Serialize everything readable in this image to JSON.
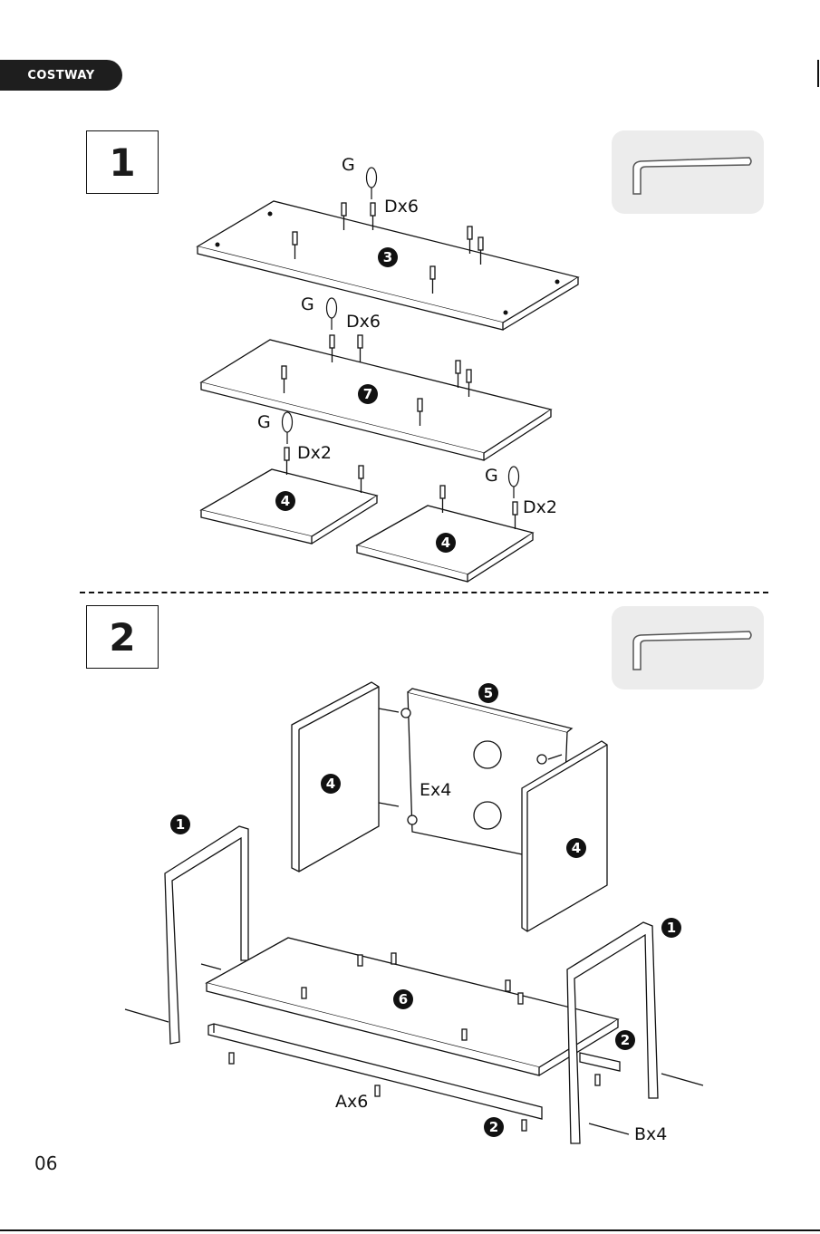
{
  "brand": "COSTWAY",
  "steps": [
    {
      "number": "1"
    },
    {
      "number": "2"
    }
  ],
  "step1_labels": {
    "g1": "G",
    "d1": "Dx6",
    "p3": "3",
    "g2": "G",
    "d2": "Dx6",
    "p7": "7",
    "g3": "G",
    "d3": "Dx2",
    "p4a": "4",
    "g4": "G",
    "d4": "Dx2",
    "p4b": "4"
  },
  "step2_labels": {
    "p5": "5",
    "p4l": "4",
    "e": "Ex4",
    "p4r": "4",
    "p1l": "1",
    "p1r": "1",
    "p6": "6",
    "p2r": "2",
    "p2b": "2",
    "a": "Ax6",
    "b": "Bx4"
  },
  "page_number": "06"
}
